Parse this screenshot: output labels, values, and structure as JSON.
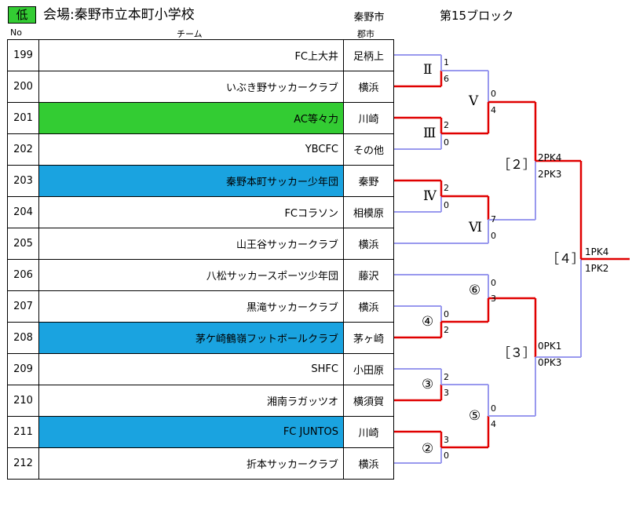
{
  "header": {
    "level": "低",
    "venue": "会場:秦野市立本町小学校",
    "city": "秦野市",
    "block": "第15ブロック",
    "col_no": "No",
    "col_team": "チーム",
    "col_dist": "郡市"
  },
  "teams": [
    {
      "no": "199",
      "name": "FC上大井",
      "dist": "足柄上",
      "hl": ""
    },
    {
      "no": "200",
      "name": "いぶき野サッカークラブ",
      "dist": "横浜",
      "hl": ""
    },
    {
      "no": "201",
      "name": "AC等々力",
      "dist": "川崎",
      "hl": "green"
    },
    {
      "no": "202",
      "name": "YBCFC",
      "dist": "その他",
      "hl": ""
    },
    {
      "no": "203",
      "name": "秦野本町サッカー少年団",
      "dist": "秦野",
      "hl": "blue"
    },
    {
      "no": "204",
      "name": "FCコラソン",
      "dist": "相模原",
      "hl": ""
    },
    {
      "no": "205",
      "name": "山王谷サッカークラブ",
      "dist": "横浜",
      "hl": ""
    },
    {
      "no": "206",
      "name": "八松サッカースポーツ少年団",
      "dist": "藤沢",
      "hl": ""
    },
    {
      "no": "207",
      "name": "黒滝サッカークラブ",
      "dist": "横浜",
      "hl": ""
    },
    {
      "no": "208",
      "name": "茅ケ崎鶴嶺フットボールクラブ",
      "dist": "茅ヶ崎",
      "hl": "blue"
    },
    {
      "no": "209",
      "name": "SHFC",
      "dist": "小田原",
      "hl": ""
    },
    {
      "no": "210",
      "name": "湘南ラガッツオ",
      "dist": "横須賀",
      "hl": ""
    },
    {
      "no": "211",
      "name": "FC JUNTOS",
      "dist": "川崎",
      "hl": "blue"
    },
    {
      "no": "212",
      "name": "折本サッカークラブ",
      "dist": "横浜",
      "hl": ""
    }
  ],
  "matches": {
    "m2": {
      "label": "Ⅱ",
      "s1": "1",
      "s2": "6"
    },
    "m3": {
      "label": "Ⅲ",
      "s1": "2",
      "s2": "0"
    },
    "m4": {
      "label": "Ⅳ",
      "s1": "2",
      "s2": "0"
    },
    "m5": {
      "label": "Ⅴ",
      "s1": "0",
      "s2": "4"
    },
    "m6": {
      "label": "Ⅵ",
      "s1": "7",
      "s2": "0"
    },
    "c2": {
      "label": "②",
      "s1": "3",
      "s2": "0"
    },
    "c3": {
      "label": "③",
      "s1": "2",
      "s2": "3"
    },
    "c4": {
      "label": "④",
      "s1": "0",
      "s2": "2"
    },
    "c5": {
      "label": "⑤",
      "s1": "0",
      "s2": "4"
    },
    "c6": {
      "label": "⑥",
      "s1": "0",
      "s2": "3"
    },
    "b2": {
      "label": "［２］",
      "s1": "2PK4",
      "s2": "2PK3"
    },
    "b3": {
      "label": "［３］",
      "s1": "0PK1",
      "s2": "0PK3"
    },
    "b4": {
      "label": "［４］",
      "s1": "1PK4",
      "s2": "1PK2"
    }
  },
  "colors": {
    "win": "#e00000",
    "lose": "#9999ee",
    "green": "#33cc33",
    "blue": "#1aa3e0"
  }
}
